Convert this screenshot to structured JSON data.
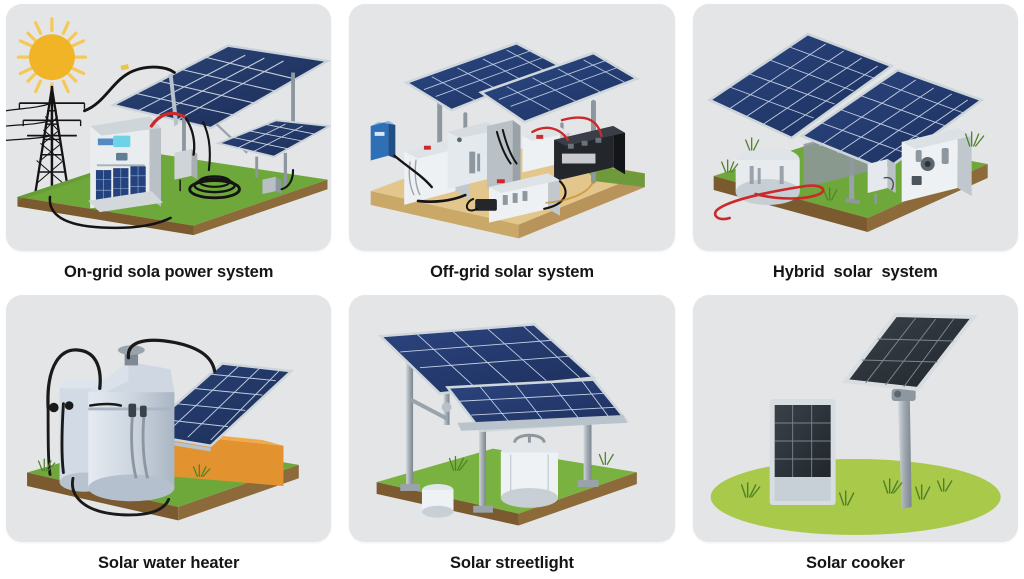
{
  "page": {
    "background_color": "#ffffff",
    "card_background_color": "#e4e5e7",
    "caption_color": "#151515",
    "columns": 3,
    "rows": 2
  },
  "palette": {
    "panel_cell_dark": "#1f3360",
    "panel_cell_navy": "#23386b",
    "panel_frame": "#c9d2da",
    "panel_grid_line": "#cfd9e4",
    "metal": "#aab3ba",
    "metal_light": "#d8dde1",
    "grass": "#6fa83a",
    "grass_light": "#8cbf4d",
    "soil": "#7a5a2e",
    "soil_light": "#9a7440",
    "sand": "#e2c68c",
    "sand_edge": "#c9a868",
    "sun_disc": "#f2b427",
    "sun_rays": "#f6c85a",
    "cable_black": "#1a1a1a",
    "cable_red": "#cc2a2a",
    "device_white": "#eef1f3",
    "device_grey": "#9aa3ab",
    "battery_dark": "#23262b",
    "accent_blue": "#2f6fb5",
    "display_cyan": "#6fd3e8",
    "building_orange": "#e2922e",
    "tank_blue_grey": "#c3cdda"
  },
  "cards": [
    {
      "id": "on-grid",
      "caption": "On-grid sola power system",
      "elements": [
        "sun",
        "transmission-tower",
        "inverter-cabinet",
        "main-solar-array",
        "secondary-solar-array",
        "ground-platform",
        "coiled-cable",
        "junction-box",
        "red-cable",
        "black-cable"
      ]
    },
    {
      "id": "off-grid",
      "caption": "Off-grid solar system",
      "elements": [
        "canopy-solar-array",
        "support-posts",
        "inverter-white-box",
        "controller-box",
        "battery-bank",
        "blue-device",
        "portable-power-station",
        "sand-platform",
        "red-cable",
        "black-cable"
      ]
    },
    {
      "id": "hybrid",
      "caption": "Hybrid  solar  system",
      "elements": [
        "large-solar-array",
        "mounting-pole",
        "cylindrical-tank",
        "distribution-cabinet",
        "small-meter-box",
        "grass-platform",
        "grass-tufts",
        "red-cable"
      ]
    },
    {
      "id": "solar-water-heater",
      "caption": "Solar water heater",
      "elements": [
        "storage-tank-large",
        "storage-tank-small",
        "flat-plate-collector",
        "orange-building",
        "pipe-loop",
        "valves",
        "grass-platform",
        "grass-tufts"
      ]
    },
    {
      "id": "solar-streetlight",
      "caption": "Solar streetlight",
      "elements": [
        "canopy-solar-array-upper",
        "canopy-solar-array-lower",
        "steel-posts",
        "white-drum",
        "small-bucket",
        "grass-platform",
        "grass-tuft"
      ]
    },
    {
      "id": "solar-cooker",
      "caption": "Solar cooker",
      "elements": [
        "pole-mounted-panel",
        "steel-pole",
        "ground-standing-panel",
        "grass-patch",
        "grass-tufts"
      ]
    }
  ]
}
